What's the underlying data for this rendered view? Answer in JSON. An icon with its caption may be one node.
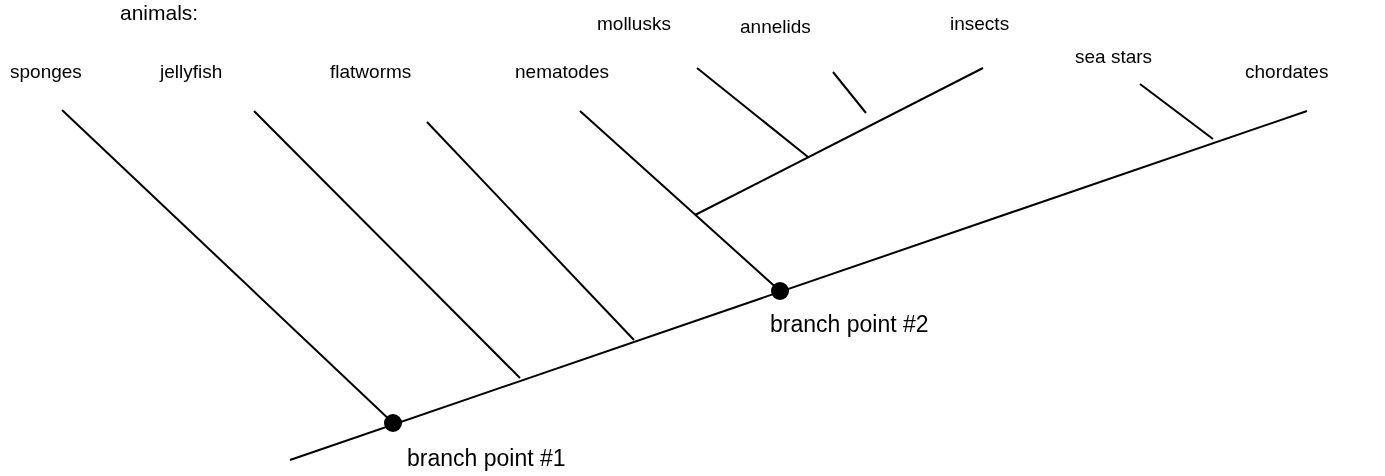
{
  "diagram": {
    "nodes": [
      {
        "text": [],
        "shape": "circle",
        "beside": [
          "branch point #1"
        ]
      },
      {
        "text": [],
        "shape": "circle",
        "beside": [
          "branch point #2"
        ]
      }
    ],
    "labels": [
      "animals:",
      "mollusks",
      "annelids",
      "insects",
      "sea stars",
      "sponges",
      "jellyfish",
      "flatworms",
      "nematodes",
      "chordates"
    ]
  }
}
